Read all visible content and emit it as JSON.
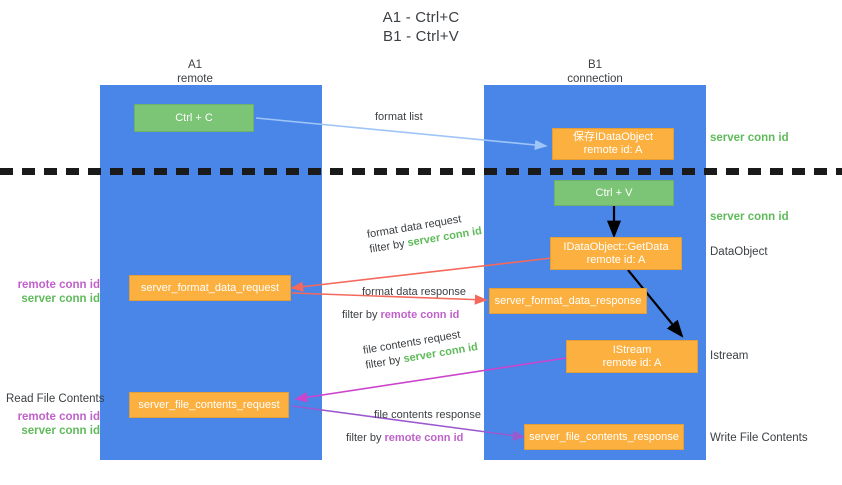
{
  "title": {
    "line1": "A1 - Ctrl+C",
    "line2": "B1 - Ctrl+V"
  },
  "lanes": {
    "left": {
      "name": "A1",
      "role": "remote"
    },
    "right": {
      "name": "B1",
      "role": "connection"
    }
  },
  "boxes": {
    "ctrl_c": {
      "line1": "Ctrl + C",
      "color": "#7cc576"
    },
    "save_dataobject": {
      "line1": "保存IDataObject",
      "line2": "remote id: A",
      "color": "#fbb040"
    },
    "ctrl_v": {
      "line1": "Ctrl + V",
      "color": "#7cc576"
    },
    "getdata": {
      "line1": "IDataObject::GetData",
      "line2": "remote id: A",
      "color": "#fbb040"
    },
    "istream": {
      "line1": "IStream",
      "line2": "remote id: A",
      "color": "#fbb040"
    },
    "server_format_data_request": {
      "line1": "server_format_data_request",
      "color": "#fbb040"
    },
    "server_format_data_response": {
      "line1": "server_format_data_response",
      "color": "#fbb040"
    },
    "server_file_contents_request": {
      "line1": "server_file_contents_request",
      "color": "#fbb040"
    },
    "server_file_contents_response": {
      "line1": "server_file_contents_response",
      "color": "#fbb040"
    }
  },
  "edge_captions": {
    "format_list": "format list",
    "format_data_request": {
      "line1": "format data request",
      "prefix": "filter by ",
      "id": "server conn id"
    },
    "format_data_response": {
      "line1": "format data response",
      "prefix": "filter by ",
      "id": "remote conn id"
    },
    "file_contents_request": {
      "line1": "file contents request",
      "prefix": "filter by ",
      "id": "server conn id"
    },
    "file_contents_response": {
      "line1": "file contents response",
      "prefix": "filter by ",
      "id": "remote conn id"
    }
  },
  "right_labels": {
    "server_conn_id_top": "server conn id",
    "server_conn_id_mid": "server conn id",
    "dataobject": "DataObject",
    "istream": "Istream",
    "write_file_contents": "Write File Contents"
  },
  "left_labels": {
    "remote_conn_id_upper": "remote conn id",
    "server_conn_id_upper": "server conn id",
    "read_file_contents": "Read File Contents",
    "remote_conn_id_lower": "remote conn id",
    "server_conn_id_lower": "server conn id"
  },
  "colors": {
    "lane": "#4a86e8",
    "green": "#7cc576",
    "orange": "#fbb040",
    "green_text": "#5fbb5a",
    "magenta_text": "#c061cb",
    "arrow_light_blue": "#9fc5f8",
    "arrow_red": "#f4695c",
    "arrow_magenta": "#cc44cc",
    "arrow_purple": "#9b59d0",
    "arrow_black": "#000000",
    "divider": "#1a1a1a"
  }
}
